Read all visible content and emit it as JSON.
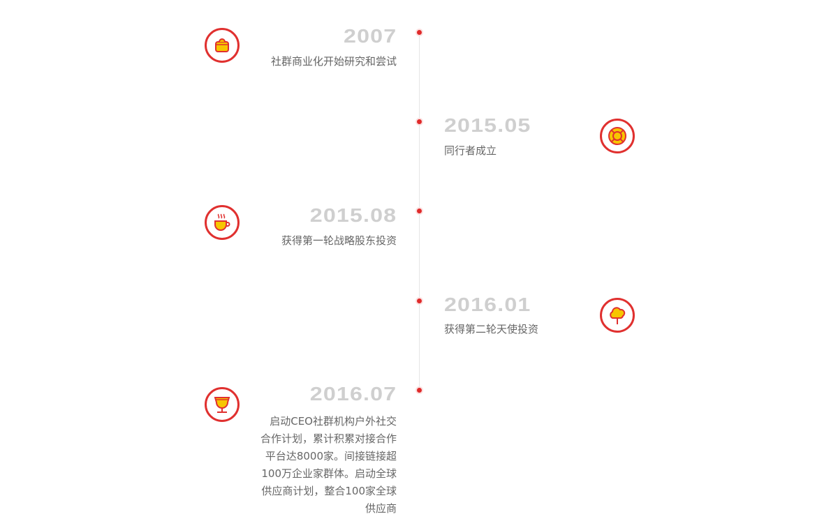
{
  "timeline": [
    {
      "year": "2007",
      "desc": "社群商业化开始研究和尝试",
      "icon": "pot-icon",
      "side": "left"
    },
    {
      "year": "2015.05",
      "desc": "同行者成立",
      "icon": "lifebuoy-icon",
      "side": "right"
    },
    {
      "year": "2015.08",
      "desc": "获得第一轮战略股东投资",
      "icon": "coffee-icon",
      "side": "left"
    },
    {
      "year": "2016.01",
      "desc": "获得第二轮天使投资",
      "icon": "tree-icon",
      "side": "right"
    },
    {
      "year": "2016.07",
      "desc": "启动CEO社群机构户外社交合作计划，累计积累对接合作平台达8000家。间接链接超100万企业家群体。启动全球供应商计划，整合100家全球供应商",
      "icon": "wine-glass-icon",
      "side": "left"
    }
  ],
  "colors": {
    "accent": "#e0302f",
    "icon_fill": "#f7c600",
    "year": "#cfcfcf"
  }
}
